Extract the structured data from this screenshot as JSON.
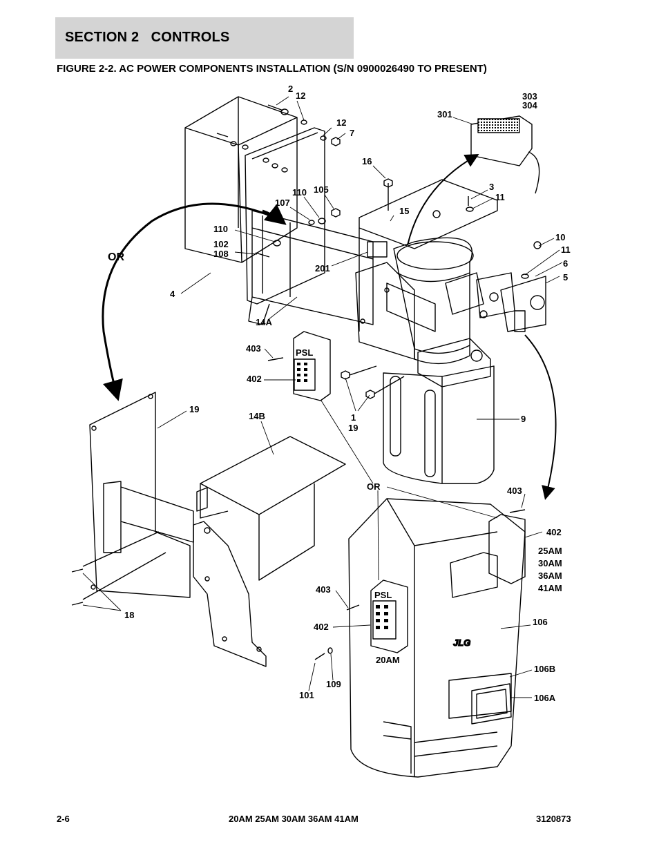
{
  "header": {
    "section_title": "SECTION 2   CONTROLS",
    "figure_title": "FIGURE 2-2. AC POWER COMPONENTS INSTALLATION (S/N 0900026490 TO PRESENT)"
  },
  "callouts": {
    "c2": "2",
    "c12a": "12",
    "c12b": "12",
    "c7": "7",
    "c303": "303",
    "c304": "304",
    "c301": "301",
    "c16": "16",
    "c3": "3",
    "c11a": "11",
    "c15": "15",
    "c110a": "110",
    "c105": "105",
    "c107": "107",
    "c110b": "110",
    "c102": "102",
    "c108": "108",
    "c10": "10",
    "c11b": "11",
    "c6": "6",
    "c5": "5",
    "c201": "201",
    "c4": "4",
    "c14a": "14A",
    "c403a": "403",
    "c402a": "402",
    "c1": "1",
    "c19a": "19",
    "c9": "9",
    "c19b": "19",
    "c14b": "14B",
    "c403b": "403",
    "c402b": "402",
    "c403c": "403",
    "c402c": "402",
    "c106": "106",
    "c106b": "106B",
    "c106a": "106A",
    "c101": "101",
    "c109": "109",
    "c18": "18",
    "or1": "OR",
    "or2": "OR",
    "m25": "25AM",
    "m30": "30AM",
    "m36": "36AM",
    "m41": "41AM",
    "m20": "20AM",
    "psl1": "PSL",
    "psl2": "PSL",
    "jlg": "JLG"
  },
  "footer": {
    "page": "2-6",
    "models": "20AM 25AM 30AM 36AM 41AM",
    "doc_number": "3120873"
  }
}
